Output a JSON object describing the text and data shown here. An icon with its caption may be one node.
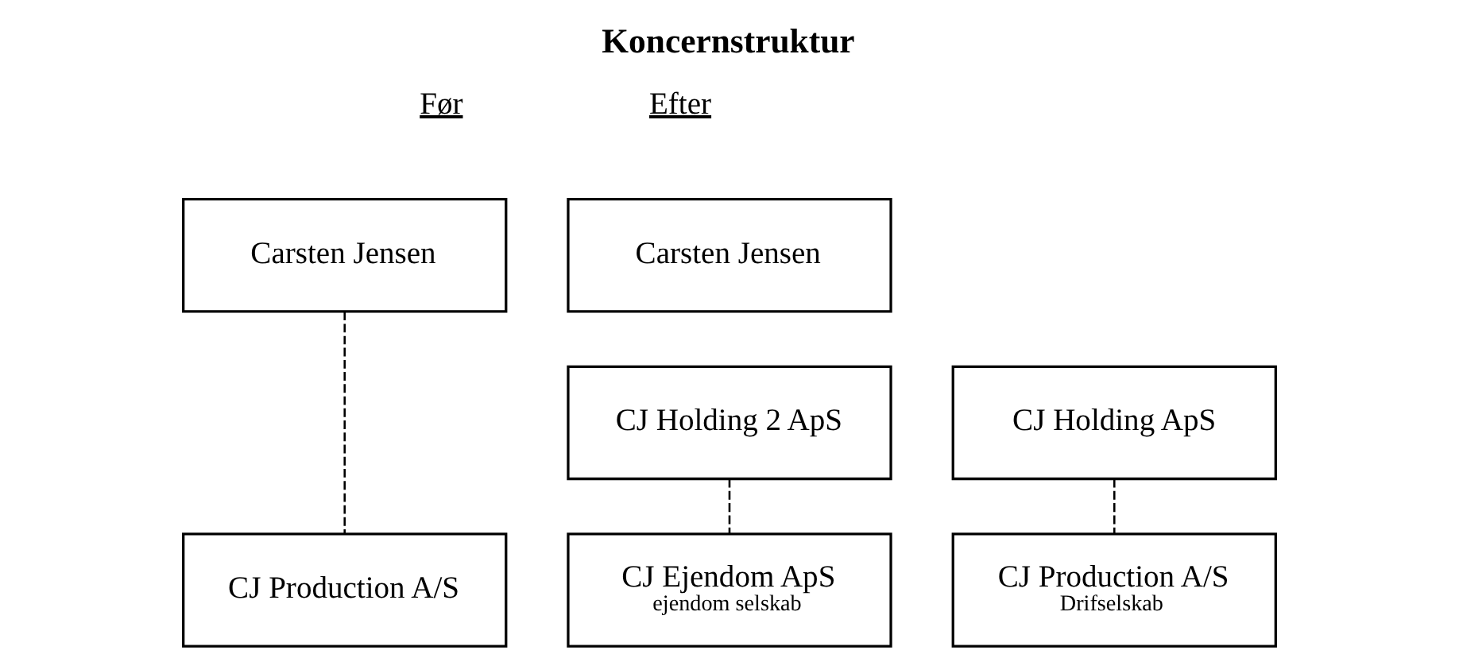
{
  "diagram": {
    "title": "Koncernstruktur",
    "nodes": [
      {
        "text": [
          "Carsten Jensen"
        ]
      },
      {
        "text": [
          "Carsten Jensen"
        ]
      },
      {
        "text": [
          "CJ Holding 2 ApS"
        ]
      },
      {
        "text": [
          "CJ Holding ApS"
        ]
      },
      {
        "text": [
          "CJ Production A/S"
        ]
      },
      {
        "text": [
          "CJ Ejendom ApS",
          "ejendom selskab"
        ]
      },
      {
        "text": [
          "CJ Production A/S",
          "Drifselskab"
        ]
      }
    ],
    "edges": [
      {
        "from": 0,
        "to": 4,
        "arrow": "none",
        "style": "dashed"
      },
      {
        "from": 2,
        "to": 5,
        "arrow": "none",
        "style": "dashed"
      },
      {
        "from": 3,
        "to": 6,
        "arrow": "none",
        "style": "dashed"
      }
    ],
    "labels": [
      "Før",
      "Efter"
    ]
  }
}
